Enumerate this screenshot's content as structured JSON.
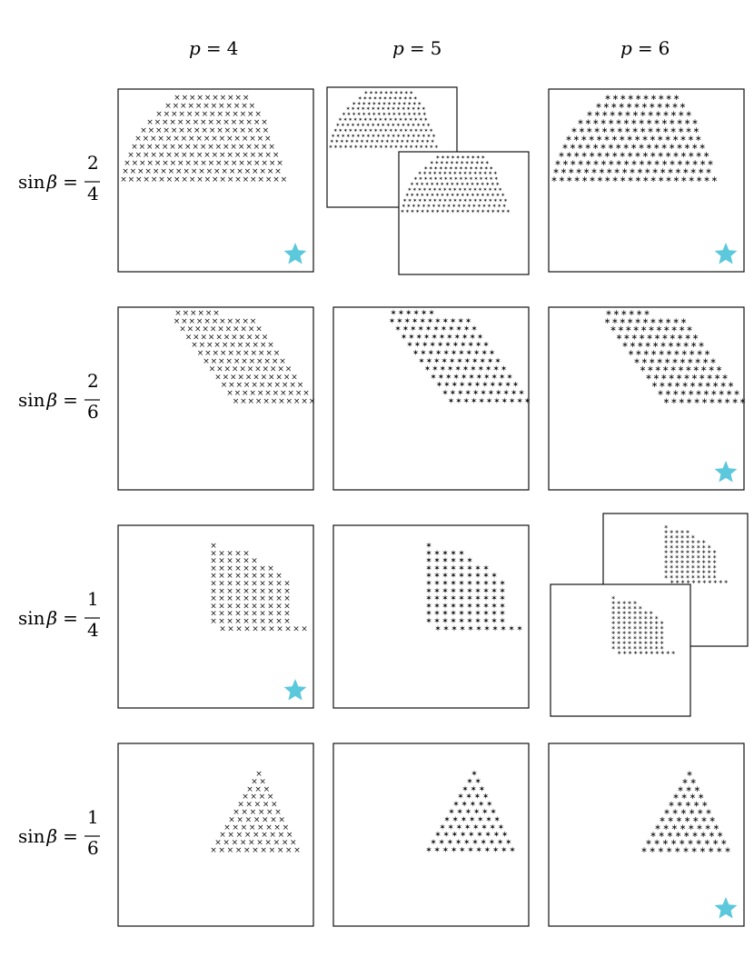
{
  "columns": [
    {
      "var": "p",
      "eq": "=",
      "val": "4"
    },
    {
      "var": "p",
      "eq": "=",
      "val": "5"
    },
    {
      "var": "p",
      "eq": "=",
      "val": "6"
    }
  ],
  "rows": [
    {
      "fn": "sin",
      "var": "β",
      "eq": "=",
      "num": "2",
      "den": "4"
    },
    {
      "fn": "sin",
      "var": "β",
      "eq": "=",
      "num": "2",
      "den": "6"
    },
    {
      "fn": "sin",
      "var": "β",
      "eq": "=",
      "num": "1",
      "den": "4"
    },
    {
      "fn": "sin",
      "var": "β",
      "eq": "=",
      "num": "1",
      "den": "6"
    }
  ],
  "marker_glyphs": {
    "p4": "×",
    "p5": "✶",
    "p6": "∗"
  },
  "star_color": "#5bc8dc",
  "panels": [
    {
      "row": 0,
      "col": 0,
      "shape": "dome",
      "star": true,
      "split": false
    },
    {
      "row": 0,
      "col": 1,
      "shape": "dome",
      "star": false,
      "split": true
    },
    {
      "row": 0,
      "col": 2,
      "shape": "dome",
      "star": true,
      "split": false
    },
    {
      "row": 1,
      "col": 0,
      "shape": "rhombus",
      "star": false,
      "split": false
    },
    {
      "row": 1,
      "col": 1,
      "shape": "rhombus",
      "star": false,
      "split": false
    },
    {
      "row": 1,
      "col": 2,
      "shape": "rhombus",
      "star": true,
      "split": false
    },
    {
      "row": 2,
      "col": 0,
      "shape": "quadrant",
      "star": true,
      "split": false
    },
    {
      "row": 2,
      "col": 1,
      "shape": "quadrant",
      "star": false,
      "split": false
    },
    {
      "row": 2,
      "col": 2,
      "shape": "quadrant",
      "star": false,
      "split": true
    },
    {
      "row": 3,
      "col": 0,
      "shape": "triangle",
      "star": false,
      "split": false
    },
    {
      "row": 3,
      "col": 1,
      "shape": "triangle",
      "star": false,
      "split": false
    },
    {
      "row": 3,
      "col": 2,
      "shape": "triangle",
      "star": true,
      "split": false
    }
  ]
}
